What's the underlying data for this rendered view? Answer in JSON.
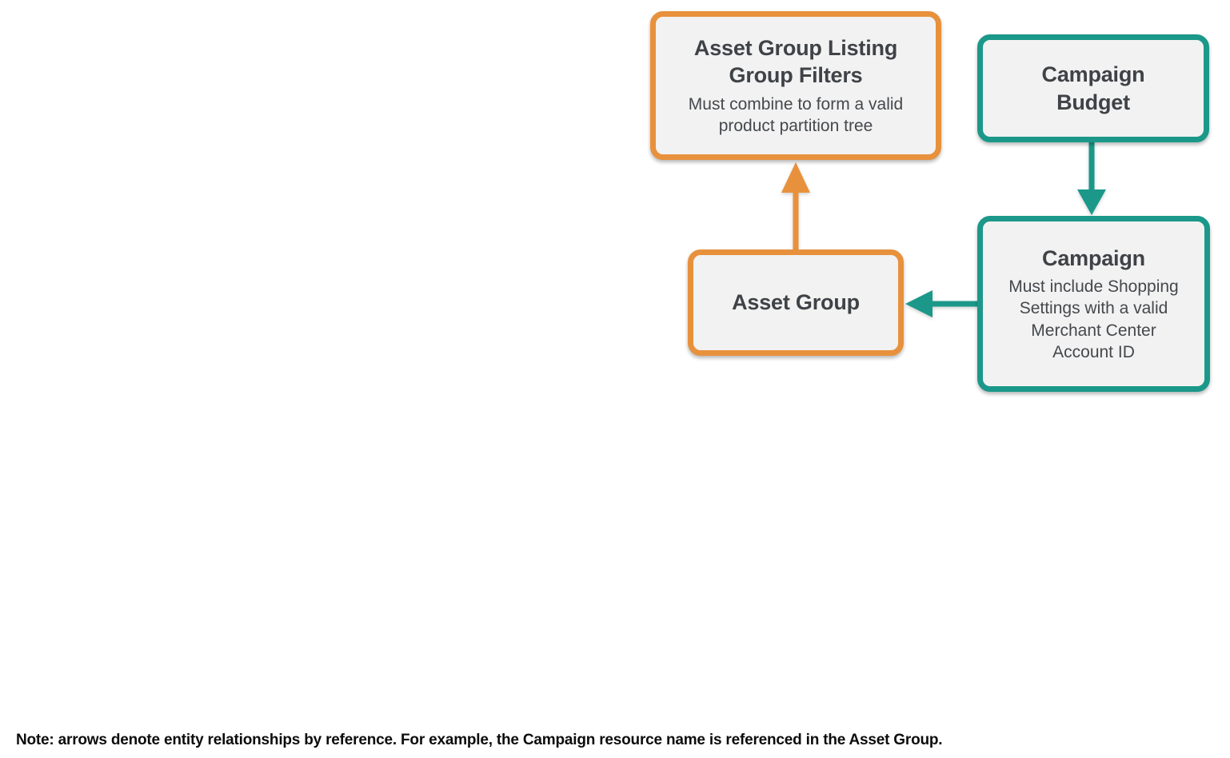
{
  "colors": {
    "orange": "#E8913C",
    "teal": "#1B9889",
    "node_fill": "#F2F2F2",
    "title_text": "#3F4246",
    "subtitle_text": "#45484C",
    "note_text": "#0C0C0C",
    "background": "#FFFFFF"
  },
  "diagram": {
    "nodes": [
      {
        "id": "asset-group-listing-group-filters",
        "title": "Asset Group Listing Group Filters",
        "subtitle": "Must combine to form a valid product partition tree",
        "accent": "orange"
      },
      {
        "id": "campaign-budget",
        "title": "Campaign Budget",
        "subtitle": "",
        "accent": "teal"
      },
      {
        "id": "campaign",
        "title": "Campaign",
        "subtitle": "Must include Shopping Settings with a valid Merchant Center Account ID",
        "accent": "teal"
      },
      {
        "id": "asset-group",
        "title": "Asset Group",
        "subtitle": "",
        "accent": "orange"
      }
    ],
    "arrows": [
      {
        "name": "asset-group-to-asset-group-listing-group-filters",
        "from": "Asset Group",
        "to": "Asset Group Listing Group Filters",
        "color": "orange",
        "direction": "up"
      },
      {
        "name": "campaign-budget-to-campaign",
        "from": "Campaign Budget",
        "to": "Campaign",
        "color": "teal",
        "direction": "down"
      },
      {
        "name": "campaign-to-asset-group",
        "from": "Campaign",
        "to": "Asset Group",
        "color": "teal",
        "direction": "left"
      }
    ]
  },
  "note": "Note: arrows denote entity relationships by reference. For example, the Campaign resource name is referenced in the Asset Group."
}
